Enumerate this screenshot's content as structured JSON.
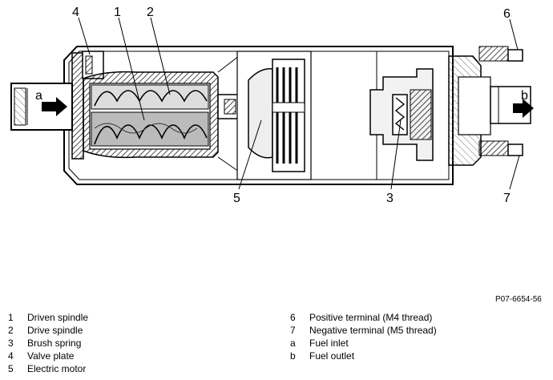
{
  "callouts": {
    "c1": "1",
    "c2": "2",
    "c3": "3",
    "c4": "4",
    "c5": "5",
    "c6": "6",
    "c7": "7",
    "ca": "a",
    "cb": "b"
  },
  "figure_ref": "P07-6654-56",
  "legend_left": [
    {
      "num": "1",
      "label": "Driven spindle"
    },
    {
      "num": "2",
      "label": "Drive spindle"
    },
    {
      "num": "3",
      "label": "Brush spring"
    },
    {
      "num": "4",
      "label": "Valve plate"
    },
    {
      "num": "5",
      "label": "Electric motor"
    }
  ],
  "legend_right": [
    {
      "num": "6",
      "label": "Positive terminal (M4 thread)"
    },
    {
      "num": "7",
      "label": "Negative terminal (M5 thread)"
    },
    {
      "num": "a",
      "label": "Fuel inlet"
    },
    {
      "num": "b",
      "label": "Fuel outlet"
    }
  ]
}
